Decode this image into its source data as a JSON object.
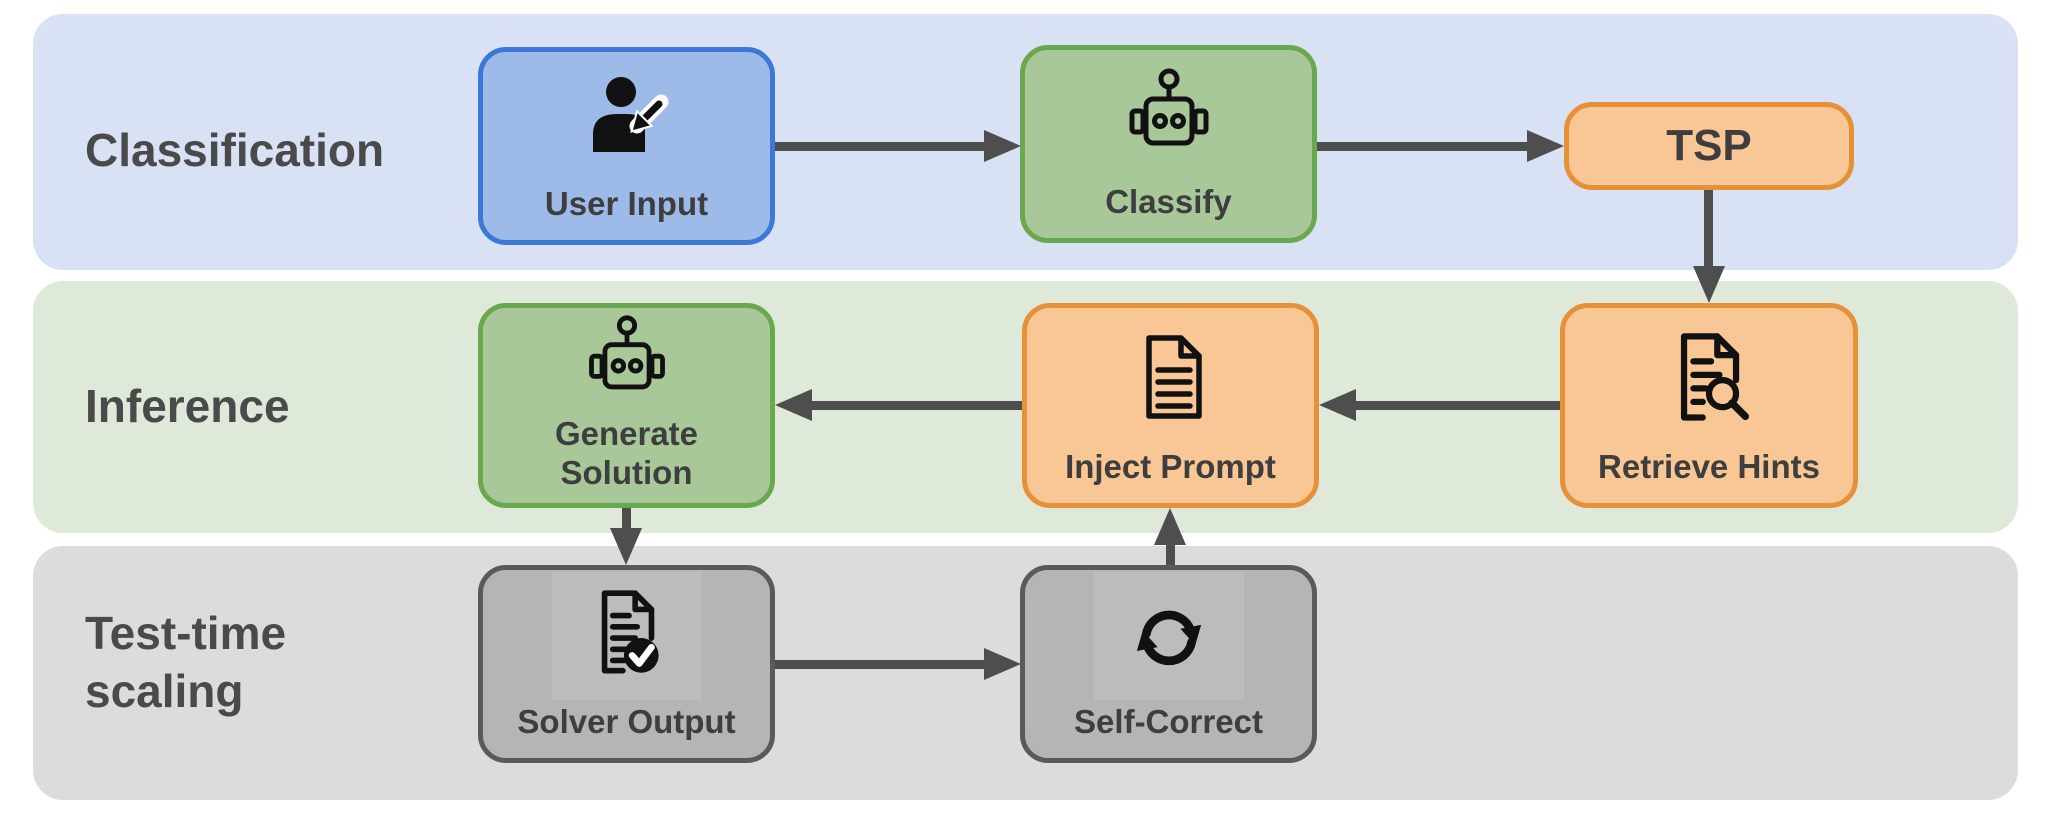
{
  "figure": {
    "type": "pipeline-flow-diagram",
    "bands": {
      "classification": {
        "label": "Classification"
      },
      "inference": {
        "label": "Inference"
      },
      "test_time_scaling": {
        "label": "Test-time scaling"
      }
    },
    "nodes": {
      "user_input": {
        "label": "User Input",
        "icon": "user-input-icon",
        "color_role": "blue"
      },
      "classify": {
        "label": "Classify",
        "icon": "robot-icon",
        "color_role": "green"
      },
      "tsp": {
        "label": "TSP",
        "icon": null,
        "color_role": "orange"
      },
      "retrieve_hints": {
        "label": "Retrieve Hints",
        "icon": "document-search-icon",
        "color_role": "orange"
      },
      "inject_prompt": {
        "label": "Inject Prompt",
        "icon": "document-icon",
        "color_role": "orange"
      },
      "generate_solution": {
        "label": "Generate Solution",
        "icon": "robot-icon",
        "color_role": "green"
      },
      "solver_output": {
        "label": "Solver Output",
        "icon": "document-check-icon",
        "color_role": "gray"
      },
      "self_correct": {
        "label": "Self-Correct",
        "icon": "refresh-icon",
        "color_role": "gray"
      }
    },
    "edges": [
      {
        "from": "user_input",
        "to": "classify",
        "direction": "right"
      },
      {
        "from": "classify",
        "to": "tsp",
        "direction": "right"
      },
      {
        "from": "tsp",
        "to": "retrieve_hints",
        "direction": "down"
      },
      {
        "from": "retrieve_hints",
        "to": "inject_prompt",
        "direction": "left"
      },
      {
        "from": "inject_prompt",
        "to": "generate_solution",
        "direction": "left"
      },
      {
        "from": "generate_solution",
        "to": "solver_output",
        "direction": "down"
      },
      {
        "from": "solver_output",
        "to": "self_correct",
        "direction": "right"
      },
      {
        "from": "self_correct",
        "to": "inject_prompt",
        "direction": "up"
      }
    ],
    "colors": {
      "band_blue": "#d8e2f4",
      "band_green": "#dfe9d9",
      "band_gray": "#dcdcdc",
      "blue_fill": "#9dbae8",
      "blue_border": "#3c78d8",
      "green_fill": "#a9c89a",
      "green_border": "#6aa84f",
      "orange_fill": "#f8c795",
      "orange_border": "#e69138",
      "gray_fill": "#b5b5b5",
      "gray_border": "#5a5a5a",
      "arrow_color": "#4e4e4e",
      "band_label_color": "#4a4a4a",
      "node_label_color": "#3e3e3e"
    }
  }
}
